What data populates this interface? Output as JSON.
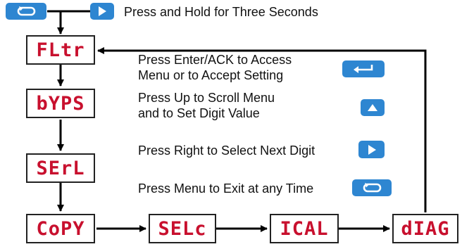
{
  "displays": {
    "fltr": "FLtr",
    "byps": "bYPS",
    "serl": "SErL",
    "copy": "CoPY",
    "selc": "SELc",
    "ical": "ICAL",
    "diag": "dIAG"
  },
  "header": {
    "hold_text": "Press and Hold for Three Seconds"
  },
  "instructions": {
    "enter_line1": "Press Enter/ACK to Access",
    "enter_line2": "Menu or to Accept Setting",
    "up_line1": "Press Up to Scroll Menu",
    "up_line2": "and to Set Digit Value",
    "right_text": "Press Right to Select Next Digit",
    "menu_text": "Press Menu to Exit at any Time"
  },
  "icons": {
    "menu": "menu-loop-icon",
    "right": "right-arrow-icon",
    "up": "up-arrow-icon",
    "enter": "enter-return-icon"
  },
  "colors": {
    "display_text": "#c8102e",
    "button_fill": "#2e86d1"
  }
}
